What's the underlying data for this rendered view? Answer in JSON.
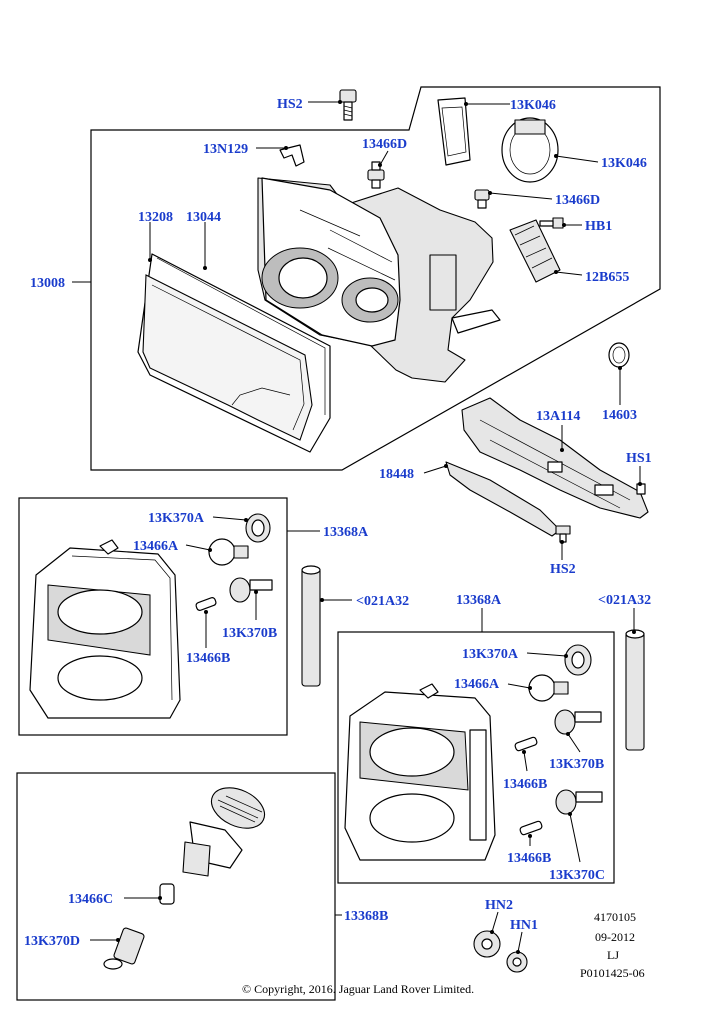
{
  "parts": {
    "p13008": "13008",
    "p13208": "13208",
    "p13044": "13044",
    "p13N129": "13N129",
    "pHS2_top": "HS2",
    "p13466D_a": "13466D",
    "p13K046_a": "13K046",
    "p13K046_b": "13K046",
    "p13466D_b": "13466D",
    "pHB1": "HB1",
    "p12B655": "12B655",
    "p14603": "14603",
    "p13A114": "13A114",
    "pHS1": "HS1",
    "p18448": "18448",
    "pHS2_bot": "HS2",
    "p13K370A_a": "13K370A",
    "p13466A_a": "13466A",
    "p13368A_a": "13368A",
    "p13K370B_a": "13K370B",
    "p13466B_a": "13466B",
    "p021A32_a": "<021A32",
    "p13368A_b": "13368A",
    "p021A32_b": "<021A32",
    "p13K370A_b": "13K370A",
    "p13466A_b": "13466A",
    "p13K370B_b": "13K370B",
    "p13466B_b": "13466B",
    "p13466B_c": "13466B",
    "p13K370C": "13K370C",
    "p13466C": "13466C",
    "p13K370D": "13K370D",
    "p13368B": "13368B",
    "pHN2": "HN2",
    "pHN1": "HN1"
  },
  "meta": {
    "ref1": "4170105",
    "date": "09-2012",
    "code": "LJ",
    "ref2": "P0101425-06",
    "copyright": "© Copyright, 2016. Jaguar Land Rover Limited."
  },
  "colors": {
    "label": "#1a3ccc",
    "line": "#000000"
  }
}
